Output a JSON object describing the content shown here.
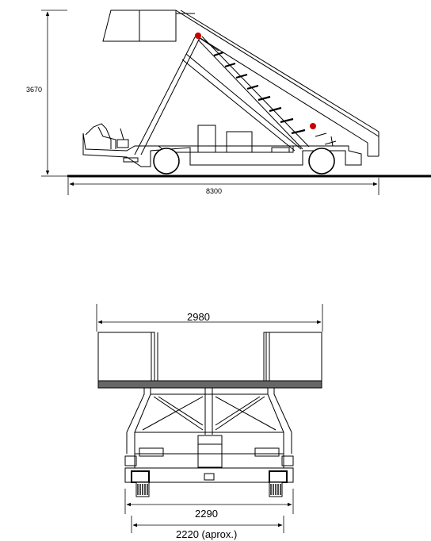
{
  "side_view": {
    "height_label": "3670",
    "length_label": "8300"
  },
  "rear_view": {
    "platform_width_label": "2980",
    "track_width_label": "2290",
    "wheel_track_label": "2220 (aprox.)"
  },
  "colors": {
    "line": "#000000",
    "marker": "#cc0000",
    "platform_edge": "#666666"
  }
}
